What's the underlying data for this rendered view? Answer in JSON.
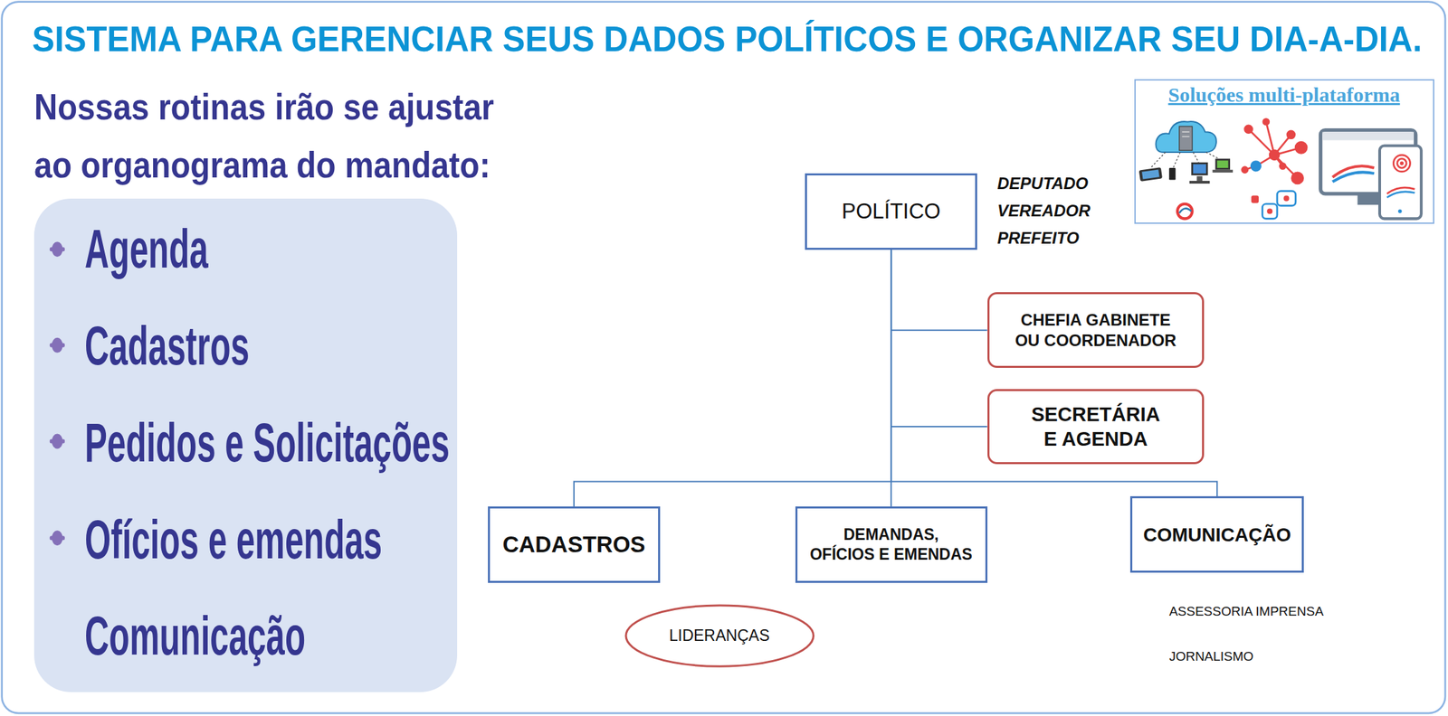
{
  "diagram": {
    "title": "SISTEMA PARA GERENCIAR SEUS DADOS POLÍTICOS E ORGANIZAR SEU DIA-A-DIA.",
    "nodes": [
      {
        "text": [
          "Agenda",
          "Cadastros",
          "Pedidos e Solicitações",
          "Ofícios e emendas",
          "Comunicação"
        ]
      },
      {
        "text": [
          "Soluções multi-plataforma"
        ]
      },
      {
        "text": [
          "POLÍTICO"
        ]
      },
      {
        "text": [
          "CHEFIA GABINETE OU COORDENADOR"
        ]
      },
      {
        "text": [
          "SECRETÁRIA E AGENDA"
        ]
      },
      {
        "text": [
          "CADASTROS"
        ]
      },
      {
        "text": [
          "DEMANDAS, OFÍCIOS E EMENDAS"
        ]
      },
      {
        "text": [
          "COMUNICAÇÃO"
        ]
      },
      {
        "text": [
          "LIDERANÇAS"
        ]
      }
    ],
    "edges": [
      {
        "from": 2,
        "to": 3,
        "arrow": "none"
      },
      {
        "from": 2,
        "to": 4,
        "arrow": "none"
      },
      {
        "from": 2,
        "to": 5,
        "arrow": "none"
      },
      {
        "from": 2,
        "to": 6,
        "arrow": "none"
      },
      {
        "from": 2,
        "to": 7,
        "arrow": "none"
      }
    ],
    "labels": [
      "Nossas rotinas irão se ajustar ao organograma do mandato:",
      "DEPUTADO VEREADOR PREFEITO",
      "ASSESSORIA IMPRENSA",
      "JORNALISMO"
    ]
  }
}
